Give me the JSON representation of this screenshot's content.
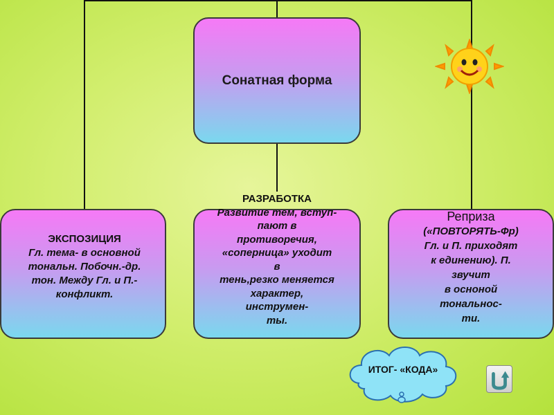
{
  "root": {
    "label": "Сонатная форма"
  },
  "exposition": {
    "title": "ЭКСПОЗИЦИЯ",
    "lines": [
      "Гл. тема- в основной",
      "тональн. Побочн.-др.",
      "тон. Между Гл. и П.-",
      "конфликт."
    ]
  },
  "development": {
    "title": "РАЗРАБОТКА",
    "lines": [
      "Развитие тем, вступ-",
      "пают в",
      "противоречия,",
      "«соперница» уходит",
      "в",
      "тень,резко меняется",
      "характер,",
      "инструмен-",
      "ты."
    ]
  },
  "reprise": {
    "title": "Реприза",
    "lines": [
      "(«ПОВТОРЯТЬ-Фр)",
      "Гл. и П. приходят",
      "к единению). П.",
      "звучит",
      "в осноной",
      "тональнос-",
      "ти."
    ]
  },
  "coda": {
    "label": "ИТОГ- «КОДА»"
  },
  "colors": {
    "box_top": "#f679f6",
    "box_bottom": "#7ad8ee",
    "background": "#d2ee6e",
    "sun": "#ffcc00"
  },
  "icons": {
    "sun": "sun-icon",
    "return": "return-icon"
  }
}
